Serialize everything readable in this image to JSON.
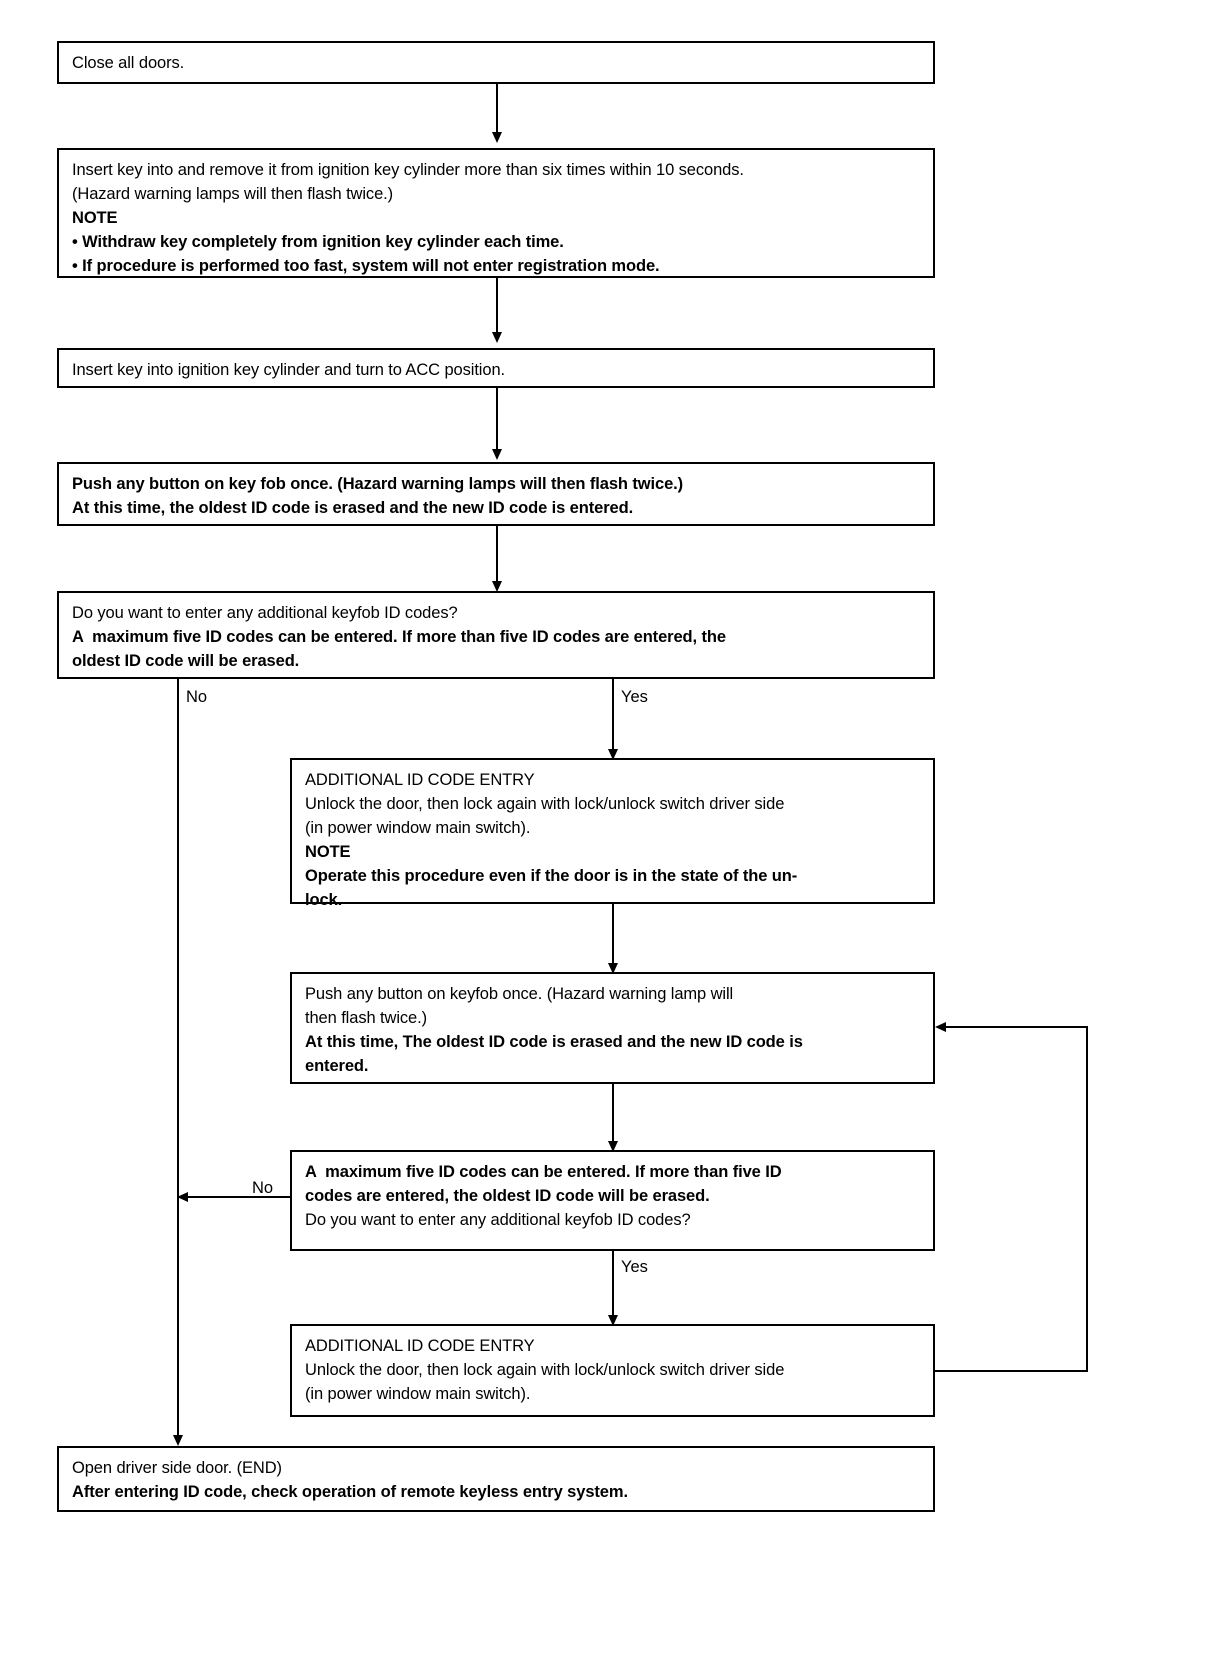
{
  "diagram": {
    "title": "Remote keyless entry keyfob ID code registration procedure",
    "ink_color": "#000000",
    "background_color": "#ffffff"
  },
  "nodes": {
    "close_doors": {
      "id": "close-all-doors",
      "lines": [
        {
          "text": "Close all doors.",
          "bold": false
        }
      ]
    },
    "insert_remove_key": {
      "id": "insert-remove-key",
      "lines": [
        {
          "text": "Insert key into and remove it from ignition key cylinder more than six times within 10 seconds.",
          "bold": false
        },
        {
          "text": "(Hazard warning lamps will then flash twice.)",
          "bold": false
        },
        {
          "text": "NOTE",
          "bold": true
        },
        {
          "text": "• Withdraw key completely from ignition key cylinder each time.",
          "bold": true
        },
        {
          "text": "• If procedure is performed too fast, system will not enter registration mode.",
          "bold": true
        }
      ]
    },
    "turn_acc": {
      "id": "turn-to-acc-position",
      "lines": [
        {
          "text": "Insert key into ignition key cylinder and turn to ACC position.",
          "bold": false
        }
      ]
    },
    "push_button_keyfob_1": {
      "id": "push-any-button-key-fob",
      "lines": [
        {
          "text": "Push any button on key fob once. (Hazard warning lamps will then flash twice.)",
          "bold": true
        },
        {
          "text": "At this time, the oldest ID code is erased and the new ID code is entered.",
          "bold": true
        }
      ]
    },
    "decision_1": {
      "id": "decision-additional-id-codes-1",
      "lines": [
        {
          "text": "Do you want to enter any additional keyfob ID codes?",
          "bold": false
        },
        {
          "text": "A  maximum five ID codes can be entered. If more than five ID codes are entered, the",
          "bold": true
        },
        {
          "text": "oldest ID code will be erased.",
          "bold": true
        }
      ]
    },
    "additional_entry_1": {
      "id": "additional-id-code-entry-1",
      "lines": [
        {
          "text": "ADDITIONAL ID CODE ENTRY",
          "bold": false
        },
        {
          "text": "Unlock the door, then lock again with lock/unlock switch driver side",
          "bold": false
        },
        {
          "text": "(in power window main switch).",
          "bold": false
        },
        {
          "text": "NOTE",
          "bold": true
        },
        {
          "text": "Operate this procedure even if the door is in the state of the un-",
          "bold": true
        },
        {
          "text": "lock.",
          "bold": true
        }
      ]
    },
    "push_button_keyfob_2": {
      "id": "push-any-button-keyfob-2",
      "lines": [
        {
          "text": "Push any button on keyfob once. (Hazard warning lamp will",
          "bold": false
        },
        {
          "text": "then flash twice.)",
          "bold": false
        },
        {
          "text": "At this time, The oldest ID code is erased and the new ID code is",
          "bold": true
        },
        {
          "text": "entered.",
          "bold": true
        }
      ]
    },
    "decision_2": {
      "id": "decision-additional-id-codes-2",
      "lines": [
        {
          "text": "A  maximum five ID codes can be entered. If more than five ID",
          "bold": true
        },
        {
          "text": "codes are entered, the oldest ID code will be erased.",
          "bold": true
        },
        {
          "text": "Do you want to enter any additional keyfob ID codes?",
          "bold": false
        }
      ]
    },
    "additional_entry_2": {
      "id": "additional-id-code-entry-2",
      "lines": [
        {
          "text": "ADDITIONAL ID CODE ENTRY",
          "bold": false
        },
        {
          "text": "Unlock the door, then lock again with lock/unlock switch driver side",
          "bold": false
        },
        {
          "text": "(in power window main switch).",
          "bold": false
        }
      ]
    },
    "end_box": {
      "id": "open-driver-side-door-end",
      "lines": [
        {
          "text": "Open driver side door. (END)",
          "bold": false
        },
        {
          "text": "After entering ID code, check operation of remote keyless entry system.",
          "bold": true
        }
      ]
    }
  },
  "edge_labels": {
    "no_1": "No",
    "yes_1": "Yes",
    "no_2": "No",
    "yes_2": "Yes"
  }
}
